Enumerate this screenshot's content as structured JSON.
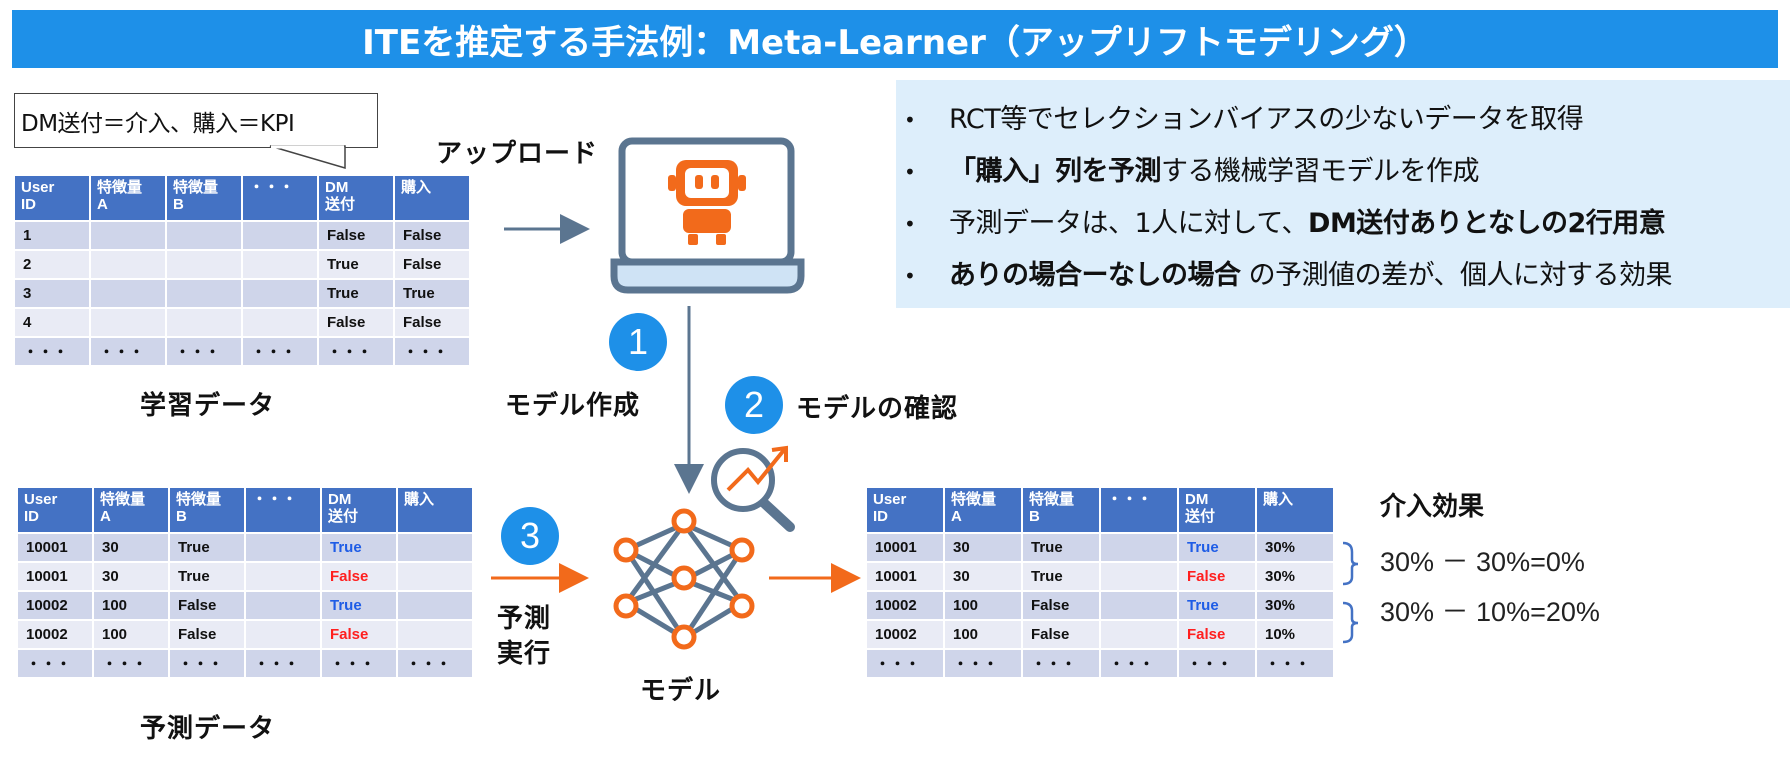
{
  "title": "ITEを推定する手法例：Meta-Learner（アップリフトモデリング）",
  "callout": "DM送付＝介入、購入＝KPI",
  "upload_label": "アップロード",
  "info": {
    "item1": "RCT等でセレクションバイアスの少ないデータを取得",
    "item2_bold": "「購入」列を予測",
    "item2_rest": "する機械学習モデルを作成",
    "item3_pre": "予測データは、1人に対して、",
    "item3_bold": "DM送付ありとなしの2行用意",
    "item4_bold": "ありの場合ーなしの場合",
    "item4_rest": " の予測値の差が、個人に対する効果"
  },
  "headers": {
    "c1": "User\nID",
    "c2": "特徴量\nA",
    "c3": "特徴量\nB",
    "c4": "・・・",
    "c5": "DM\n送付",
    "c6": "購入"
  },
  "ellipsis": "・・・",
  "train_table": {
    "rows": [
      [
        "1",
        "",
        "",
        "",
        "False",
        "False"
      ],
      [
        "2",
        "",
        "",
        "",
        "True",
        "False"
      ],
      [
        "3",
        "",
        "",
        "",
        "True",
        "True"
      ],
      [
        "4",
        "",
        "",
        "",
        "False",
        "False"
      ]
    ]
  },
  "predict_table": {
    "rows": [
      [
        "10001",
        "30",
        "True",
        "",
        "True",
        ""
      ],
      [
        "10001",
        "30",
        "True",
        "",
        "False",
        ""
      ],
      [
        "10002",
        "100",
        "False",
        "",
        "True",
        ""
      ],
      [
        "10002",
        "100",
        "False",
        "",
        "False",
        ""
      ]
    ]
  },
  "result_table": {
    "rows": [
      [
        "10001",
        "30",
        "True",
        "",
        "True",
        "30%"
      ],
      [
        "10001",
        "30",
        "True",
        "",
        "False",
        "30%"
      ],
      [
        "10002",
        "100",
        "False",
        "",
        "True",
        "30%"
      ],
      [
        "10002",
        "100",
        "False",
        "",
        "False",
        "10%"
      ]
    ]
  },
  "labels": {
    "train_data": "学習データ",
    "predict_data": "予測データ",
    "model_build": "モデル作成",
    "model_check": "モデルの確認",
    "predict_run_1": "予測",
    "predict_run_2": "実行",
    "model": "モデル",
    "effect_title": "介入効果",
    "effect_1": "30% － 30%=0%",
    "effect_2": "30% － 10%=20%"
  },
  "steps": {
    "s1": "1",
    "s2": "2",
    "s3": "3"
  },
  "colors": {
    "blue": "#1e90e8",
    "header": "#4472c4",
    "orange": "#f26a1b",
    "gray": "#5b7590"
  }
}
